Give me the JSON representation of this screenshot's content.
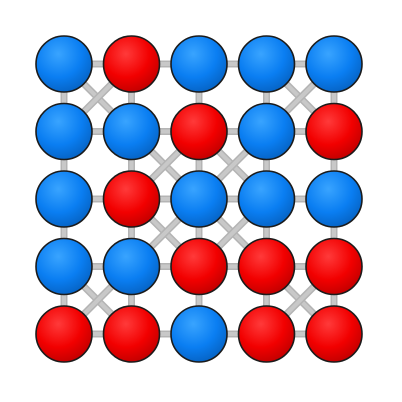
{
  "board": {
    "rows": 5,
    "cols": 5,
    "colors": {
      "blue": "#0a7ef2",
      "red": "#f20000",
      "link": "#c8c8c8",
      "outline": "#1b1b1b"
    },
    "cells": [
      [
        "blue",
        "red",
        "blue",
        "blue",
        "blue"
      ],
      [
        "blue",
        "blue",
        "red",
        "blue",
        "red"
      ],
      [
        "blue",
        "red",
        "blue",
        "blue",
        "blue"
      ],
      [
        "blue",
        "blue",
        "red",
        "red",
        "red"
      ],
      [
        "red",
        "red",
        "blue",
        "red",
        "red"
      ]
    ],
    "diagonal_links": [
      [
        0,
        0,
        "down-right"
      ],
      [
        0,
        0,
        "down-left"
      ],
      [
        0,
        3,
        "down-right"
      ],
      [
        0,
        3,
        "down-left"
      ],
      [
        1,
        1,
        "down-right"
      ],
      [
        1,
        1,
        "down-left"
      ],
      [
        1,
        2,
        "down-right"
      ],
      [
        1,
        2,
        "down-left"
      ],
      [
        2,
        1,
        "down-right"
      ],
      [
        2,
        1,
        "down-left"
      ],
      [
        2,
        2,
        "down-right"
      ],
      [
        2,
        2,
        "down-left"
      ],
      [
        3,
        0,
        "down-right"
      ],
      [
        3,
        0,
        "down-left"
      ],
      [
        3,
        3,
        "down-right"
      ],
      [
        3,
        3,
        "down-left"
      ]
    ]
  }
}
